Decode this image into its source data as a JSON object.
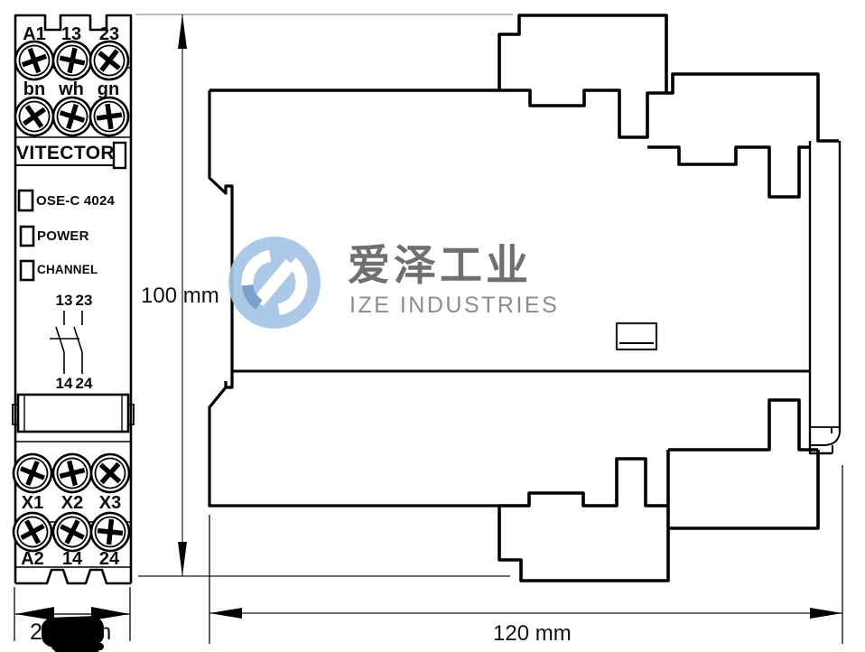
{
  "front_view": {
    "brand": "VITECTOR",
    "model_led_label": "OSE-C 4024",
    "power_led_label": "POWER",
    "channel_led_label": "CHANNEL",
    "top_terminals": [
      "A1",
      "13",
      "23"
    ],
    "wire_colors": [
      "bn",
      "wh",
      "gn"
    ],
    "contact_top": [
      "13",
      "23"
    ],
    "contact_bottom": [
      "14",
      "24"
    ],
    "mid_terminals": [
      "X1",
      "X2",
      "X3"
    ],
    "bottom_terminals": [
      "A2",
      "14",
      "24"
    ]
  },
  "dimensions": {
    "height": "100 mm",
    "width": "120 mm",
    "depth": "22,5mm"
  },
  "watermark": {
    "chinese": "爱泽工业",
    "english": "IZE INDUSTRIES",
    "logo_blue": "#a4c5e5",
    "logo_blue_dark": "#6d9bc8",
    "text_gray": "#6f6f6f"
  }
}
